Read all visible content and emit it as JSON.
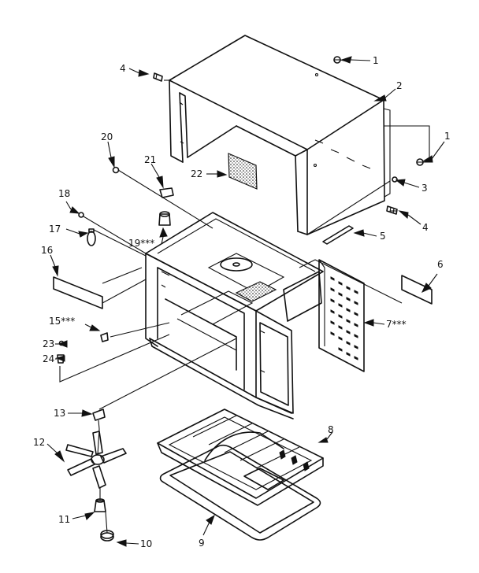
{
  "callouts": {
    "c1a": "1",
    "c1b": "1",
    "c2": "2",
    "c3": "3",
    "c4a": "4",
    "c4b": "4",
    "c5": "5",
    "c6": "6",
    "c7": "7***",
    "c8": "8",
    "c9": "9",
    "c10": "10",
    "c11": "11",
    "c12": "12",
    "c13": "13",
    "c15": "15***",
    "c16": "16",
    "c17": "17",
    "c18": "18",
    "c19": "19***",
    "c20": "20",
    "c21": "21",
    "c22": "22",
    "c23": "23",
    "c24": "24"
  }
}
